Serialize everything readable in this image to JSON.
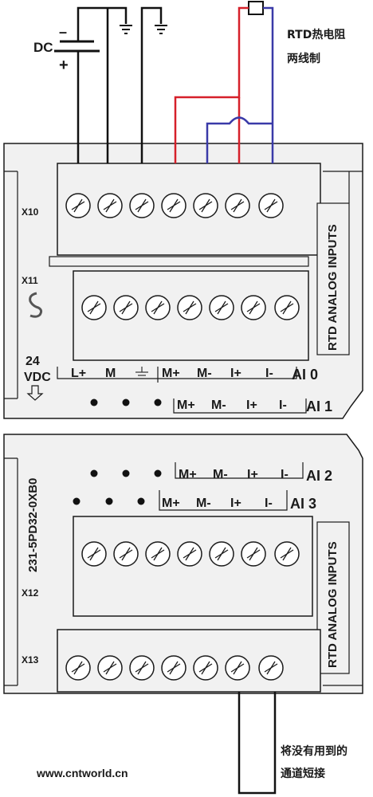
{
  "colors": {
    "red_wire": "#d6202a",
    "blue_wire": "#3a3aa8",
    "black_wire": "#111111",
    "module_fill": "#f1f1f1",
    "outline": "#1a1a1a"
  },
  "top_labels": {
    "dc": "DC",
    "minus": "–",
    "plus": "+",
    "rtd_line1": "RTD热电阻",
    "rtd_line2": "两线制"
  },
  "upper_module": {
    "x10": "X10",
    "x11": "X11",
    "v24": "24",
    "vdc": "VDC",
    "side_text": "RTD ANALOG INPUTS",
    "row1": [
      "L+",
      "M",
      "⏚",
      "M+",
      "M-",
      "I+",
      "I-"
    ],
    "row1_channel": "AI 0",
    "row2": [
      "M+",
      "M-",
      "I+",
      "I-"
    ],
    "row2_channel": "AI 1"
  },
  "lower_module": {
    "part_number": "231-5PD32-0XB0",
    "x12": "X12",
    "x13": "X13",
    "side_text": "RTD ANALOG INPUTS",
    "row_a": [
      "M+",
      "M-",
      "I+",
      "I-"
    ],
    "row_a_channel": "AI 2",
    "row_b": [
      "M+",
      "M-",
      "I+",
      "I-"
    ],
    "row_b_channel": "AI 3"
  },
  "bottom": {
    "website": "www.cntworld.cn",
    "note_line1": "将没有用到的",
    "note_line2": "通道短接"
  }
}
